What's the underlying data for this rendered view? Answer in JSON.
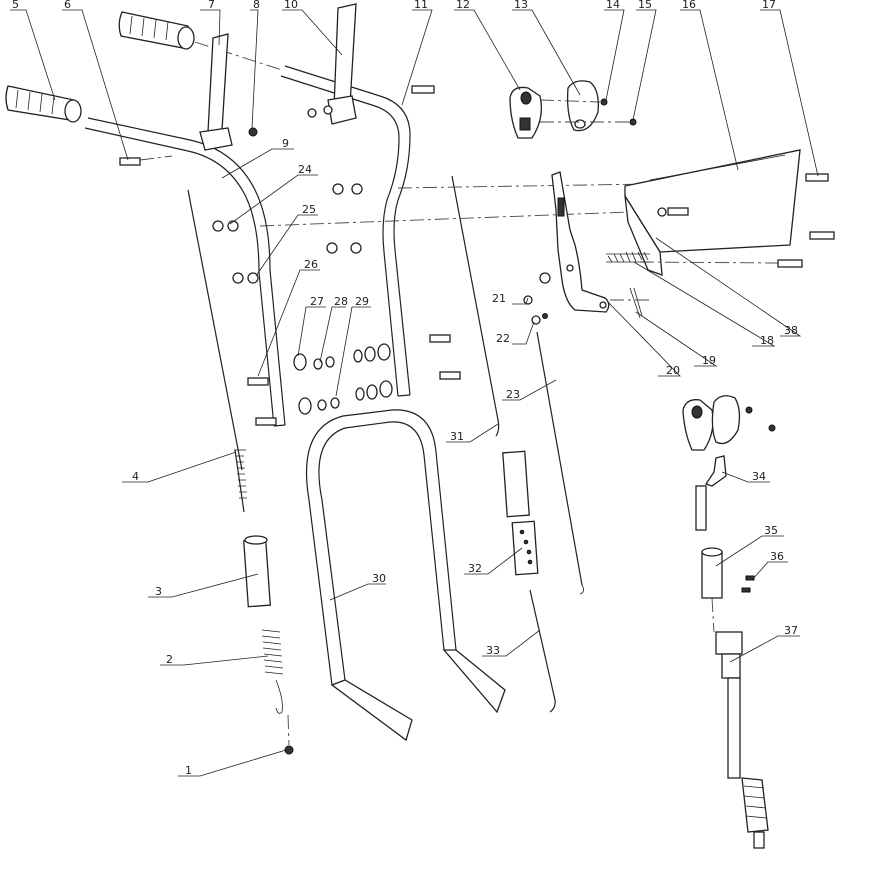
{
  "callouts": [
    "1",
    "2",
    "3",
    "4",
    "5",
    "6",
    "7",
    "8",
    "9",
    "10",
    "11",
    "12",
    "13",
    "14",
    "15",
    "16",
    "17",
    "18",
    "19",
    "20",
    "21",
    "22",
    "23",
    "24",
    "25",
    "26",
    "27",
    "28",
    "29",
    "30",
    "31",
    "32",
    "33",
    "34",
    "35",
    "36",
    "37",
    "38"
  ]
}
